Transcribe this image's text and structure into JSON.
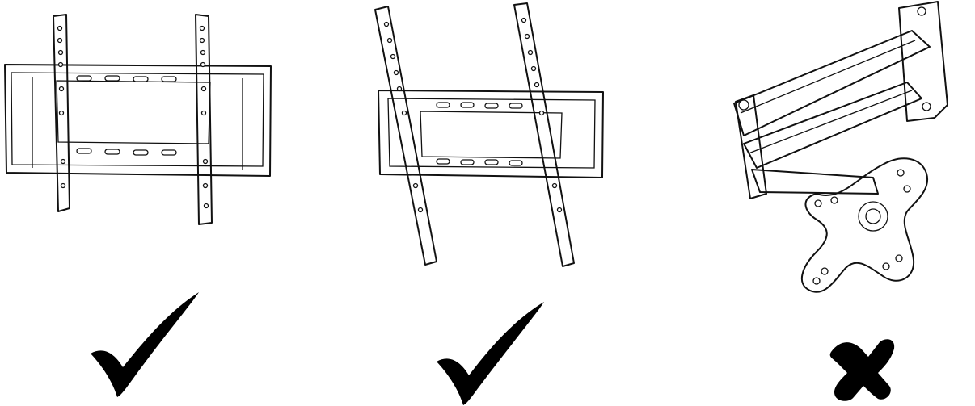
{
  "items": [
    {
      "name": "fixed-mount",
      "verdict": "check",
      "mark_icon": "checkmark-icon"
    },
    {
      "name": "tilt-mount",
      "verdict": "check",
      "mark_icon": "checkmark-icon"
    },
    {
      "name": "articulating-arm-mount",
      "verdict": "cross",
      "mark_icon": "cross-icon"
    }
  ],
  "colors": {
    "ink": "#000000",
    "background": "#ffffff"
  }
}
